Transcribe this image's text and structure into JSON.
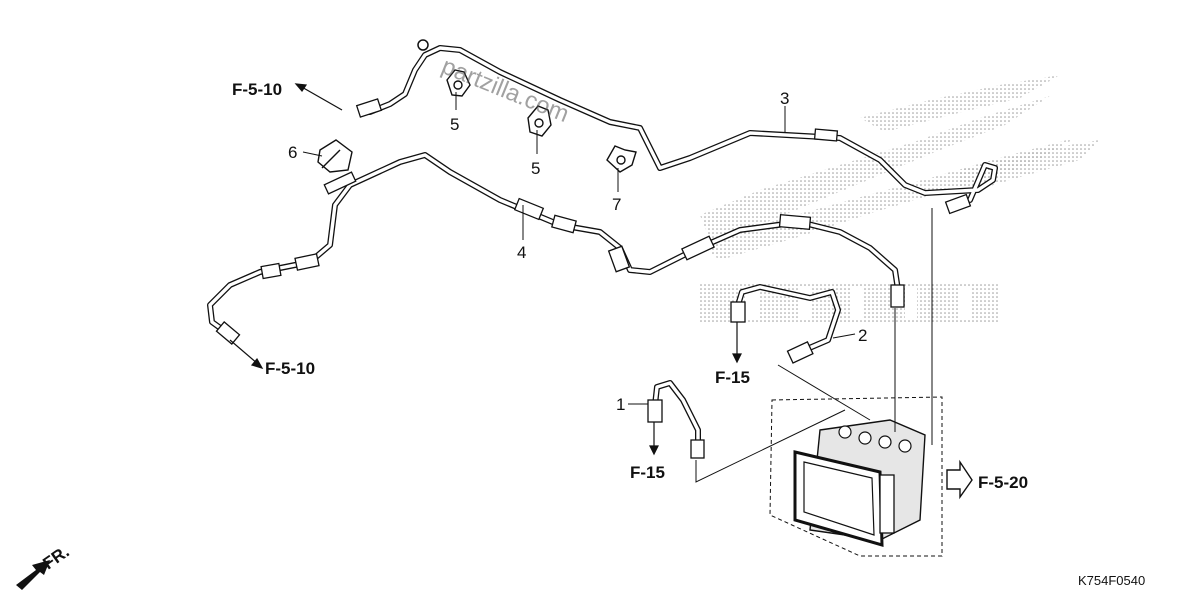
{
  "diagram": {
    "part_numbers": {
      "p1": "1",
      "p2": "2",
      "p3": "3",
      "p4": "4",
      "p5a": "5",
      "p5b": "5",
      "p6": "6",
      "p7": "7"
    },
    "references": {
      "top_left": "F-5-10",
      "bottom_left": "F-5-10",
      "mid_right": "F-15",
      "bottom_center": "F-15",
      "modulator": "F-5-20"
    },
    "direction_label": "FR.",
    "diagram_code": "K754F0540",
    "watermark": "partzilla.com"
  }
}
